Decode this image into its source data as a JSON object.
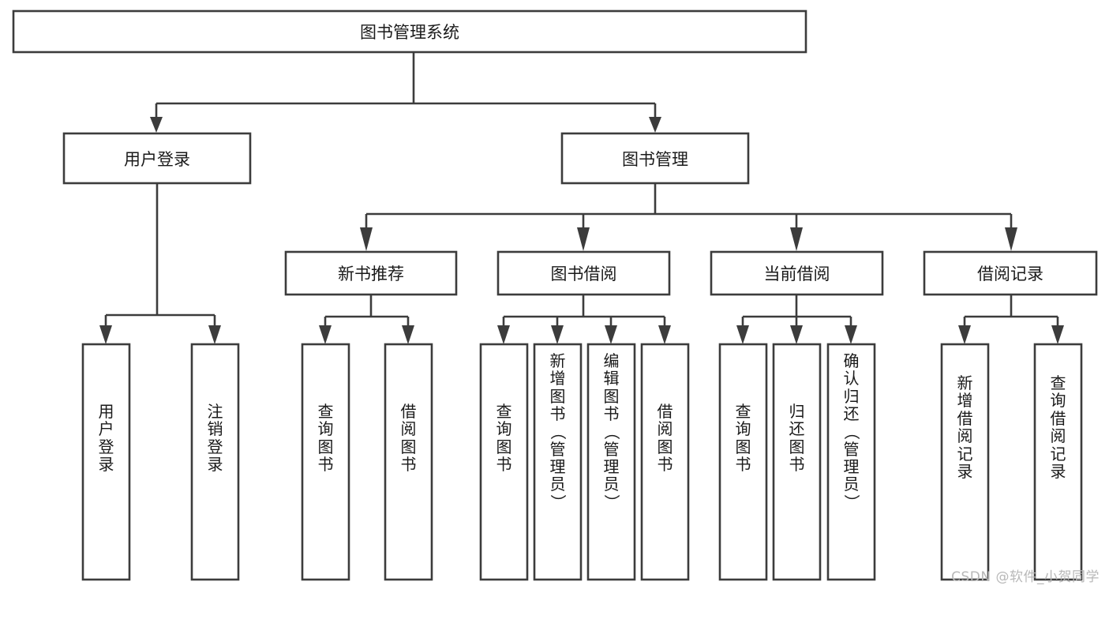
{
  "diagram": {
    "type": "tree-hierarchy",
    "title": "图书管理系统",
    "orientation": "top-down",
    "watermark": "CSDN @软件_小贺同学",
    "colors": {
      "box_stroke": "#3c3c3c",
      "box_fill": "#ffffff",
      "text": "#1a1a1a",
      "background": "#ffffff",
      "watermark": "#b8b8b8"
    },
    "levels": {
      "root": {
        "label": "图书管理系统",
        "orientation": "horizontal"
      },
      "level2": [
        {
          "label": "用户登录",
          "orientation": "horizontal"
        },
        {
          "label": "图书管理",
          "orientation": "horizontal"
        }
      ],
      "level3": [
        {
          "label": "新书推荐",
          "orientation": "horizontal",
          "parent": "图书管理"
        },
        {
          "label": "图书借阅",
          "orientation": "horizontal",
          "parent": "图书管理"
        },
        {
          "label": "当前借阅",
          "orientation": "horizontal",
          "parent": "图书管理"
        },
        {
          "label": "借阅记录",
          "orientation": "horizontal",
          "parent": "图书管理"
        }
      ],
      "leaves": [
        {
          "label": "用户登录",
          "chars": [
            "用",
            "户",
            "登",
            "录"
          ],
          "parent": "用户登录",
          "orientation": "vertical"
        },
        {
          "label": "注销登录",
          "chars": [
            "注",
            "销",
            "登",
            "录"
          ],
          "parent": "用户登录",
          "orientation": "vertical"
        },
        {
          "label": "查询图书",
          "chars": [
            "查",
            "询",
            "图",
            "书"
          ],
          "parent": "新书推荐",
          "orientation": "vertical"
        },
        {
          "label": "借阅图书",
          "chars": [
            "借",
            "阅",
            "图",
            "书"
          ],
          "parent": "新书推荐",
          "orientation": "vertical"
        },
        {
          "label": "查询图书",
          "chars": [
            "查",
            "询",
            "图",
            "书"
          ],
          "parent": "图书借阅",
          "orientation": "vertical"
        },
        {
          "label": "新增图书（管理员）",
          "chars": [
            "新",
            "增",
            "图",
            "书",
            "（",
            "管",
            "理",
            "员",
            "）"
          ],
          "parent": "图书借阅",
          "orientation": "vertical"
        },
        {
          "label": "编辑图书（管理员）",
          "chars": [
            "编",
            "辑",
            "图",
            "书",
            "（",
            "管",
            "理",
            "员",
            "）"
          ],
          "parent": "图书借阅",
          "orientation": "vertical"
        },
        {
          "label": "借阅图书",
          "chars": [
            "借",
            "阅",
            "图",
            "书"
          ],
          "parent": "图书借阅",
          "orientation": "vertical"
        },
        {
          "label": "查询图书",
          "chars": [
            "查",
            "询",
            "图",
            "书"
          ],
          "parent": "当前借阅",
          "orientation": "vertical"
        },
        {
          "label": "归还图书",
          "chars": [
            "归",
            "还",
            "图",
            "书"
          ],
          "parent": "当前借阅",
          "orientation": "vertical"
        },
        {
          "label": "确认归还（管理员）",
          "chars": [
            "确",
            "认",
            "归",
            "还",
            "（",
            "管",
            "理",
            "员",
            "）"
          ],
          "parent": "当前借阅",
          "orientation": "vertical"
        },
        {
          "label": "新增借阅记录",
          "chars": [
            "新",
            "增",
            "借",
            "阅",
            "记",
            "录"
          ],
          "parent": "借阅记录",
          "orientation": "vertical"
        },
        {
          "label": "查询借阅记录",
          "chars": [
            "查",
            "询",
            "借",
            "阅",
            "记",
            "录"
          ],
          "parent": "借阅记录",
          "orientation": "vertical"
        }
      ]
    }
  }
}
